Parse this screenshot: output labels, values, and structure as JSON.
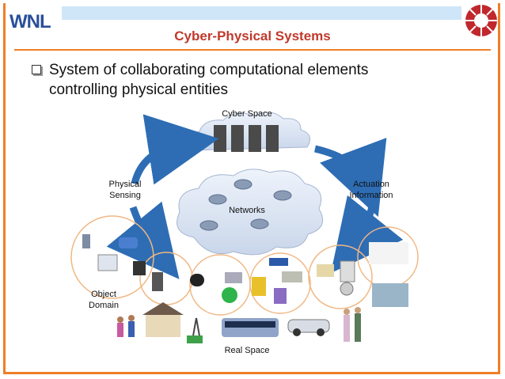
{
  "header": {
    "logo_text": "WNL",
    "title": "Cyber-Physical Systems"
  },
  "bullet": {
    "line1": "System of collaborating computational elements",
    "line2": "controlling physical entities"
  },
  "diagram": {
    "cyber_space": "Cyber Space",
    "networks": "Networks",
    "physical_sensing_1": "Physical",
    "physical_sensing_2": "Sensing",
    "actuation_1": "Actuation",
    "actuation_2": "Information",
    "object_domain_1": "Object",
    "object_domain_2": "Domain",
    "real_space": "Real Space"
  },
  "colors": {
    "accent": "#f07e26",
    "title": "#c0392b",
    "arrow": "#2e6db4",
    "band": "#cfe6f8"
  }
}
